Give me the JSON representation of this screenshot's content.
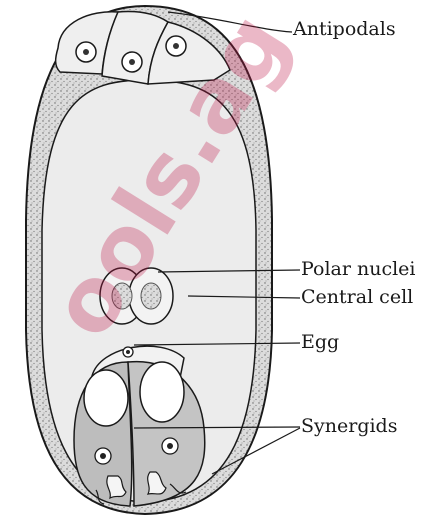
{
  "labels": {
    "antipodals": "Antipodals",
    "polar_nuclei": "Polar nuclei",
    "central_cell": "Central cell",
    "egg": "Egg",
    "synergids": "Synergids"
  },
  "watermark": "ools.ag",
  "colors": {
    "outline": "#1a1a1a",
    "wall_fill": "#d9d9d9",
    "cell_fill": "#e9e9e9",
    "synergid_fill": "#bdbdbd",
    "watermark": "#c0184a"
  }
}
